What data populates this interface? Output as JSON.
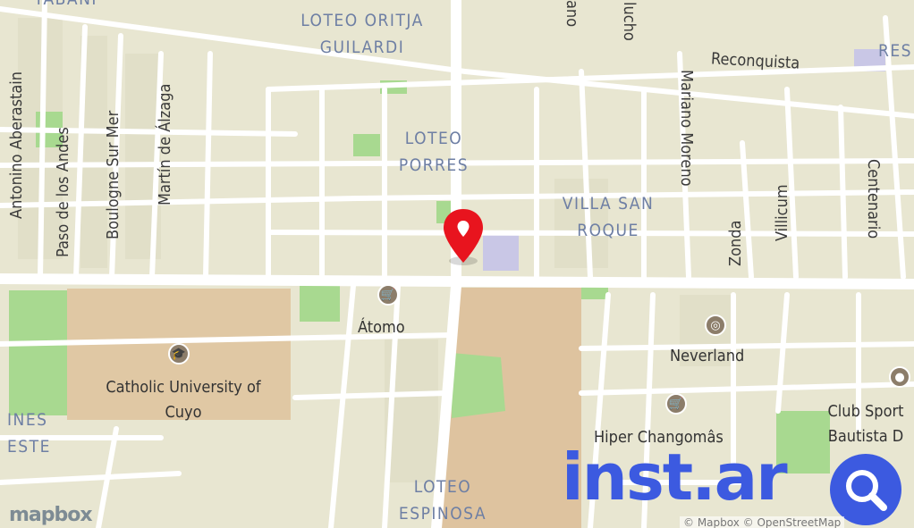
{
  "map": {
    "streets": [
      {
        "id": "antonino-aberastain",
        "text": "Antonino Aberastain"
      },
      {
        "id": "paso-de-los-andes",
        "text": "Paso de los Andes"
      },
      {
        "id": "boulogne-sur-mer",
        "text": "Boulogne Sur Mer"
      },
      {
        "id": "martin-de-alzaga",
        "text": "Martín de Álzaga"
      },
      {
        "id": "reconquista",
        "text": "Reconquista"
      },
      {
        "id": "mariano-moreno",
        "text": "Mariano Moreno"
      },
      {
        "id": "centenario",
        "text": "Centenario"
      },
      {
        "id": "villicum",
        "text": "Villicum"
      },
      {
        "id": "zonda",
        "text": "Zonda"
      },
      {
        "id": "lucho-partial",
        "text": "lucho"
      },
      {
        "id": "ano-partial",
        "text": "ano"
      }
    ],
    "neighborhoods": [
      {
        "id": "loteo-oritja-guilardi",
        "text": "LOTEO ORITJA GUILARDI"
      },
      {
        "id": "loteo-porres",
        "text": "LOTEO PORRES"
      },
      {
        "id": "villa-san-roque",
        "text": "VILLA SAN ROQUE"
      },
      {
        "id": "loteo-espinosa",
        "text": "LOTEO ESPINOSA"
      },
      {
        "id": "ines-partial",
        "text": "INES"
      },
      {
        "id": "este-partial",
        "text": "ESTE"
      },
      {
        "id": "res-partial",
        "text": "RES"
      },
      {
        "id": "top-left-partial",
        "text": "YABANI"
      }
    ],
    "pois": [
      {
        "id": "atomo",
        "text": "Átomo",
        "icon": "shopping-cart-icon"
      },
      {
        "id": "catholic-university",
        "text": "Catholic University of Cuyo",
        "icon": "graduation-cap-icon"
      },
      {
        "id": "neverland",
        "text": "Neverland",
        "icon": "amusement-icon"
      },
      {
        "id": "hiper-changomas",
        "text": "Hiper Changomâs",
        "icon": "shopping-cart-icon"
      },
      {
        "id": "club-sport",
        "text": "Club Sport Bautista D",
        "icon": "sport-icon"
      }
    ],
    "marker": {
      "icon": "location-pin-icon",
      "color": "#e8141e"
    },
    "logo": "mapbox",
    "attribution": "© Mapbox © OpenStreetMap",
    "watermark": "inst.ar"
  }
}
